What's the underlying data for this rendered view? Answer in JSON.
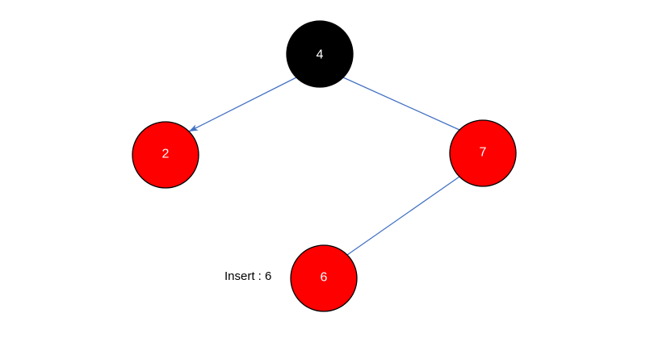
{
  "diagram": {
    "type": "red-black-tree",
    "annotation": "Insert : 6",
    "nodes": [
      {
        "label": "4",
        "color": "black"
      },
      {
        "label": "2",
        "color": "red"
      },
      {
        "label": "7",
        "color": "red"
      },
      {
        "label": "6",
        "color": "red"
      }
    ],
    "edges": [
      {
        "from": "4",
        "to": "2",
        "arrowhead": true
      },
      {
        "from": "4",
        "to": "7",
        "arrowhead": false
      },
      {
        "from": "7",
        "to": "6",
        "arrowhead": false
      }
    ],
    "colors": {
      "background": "#ffffff",
      "black_node_fill": "#000000",
      "red_node_fill": "#ff0000",
      "node_border": "#000000",
      "node_text": "#ffffff",
      "edge_stroke": "#4472c4",
      "annotation_text": "#000000"
    }
  }
}
